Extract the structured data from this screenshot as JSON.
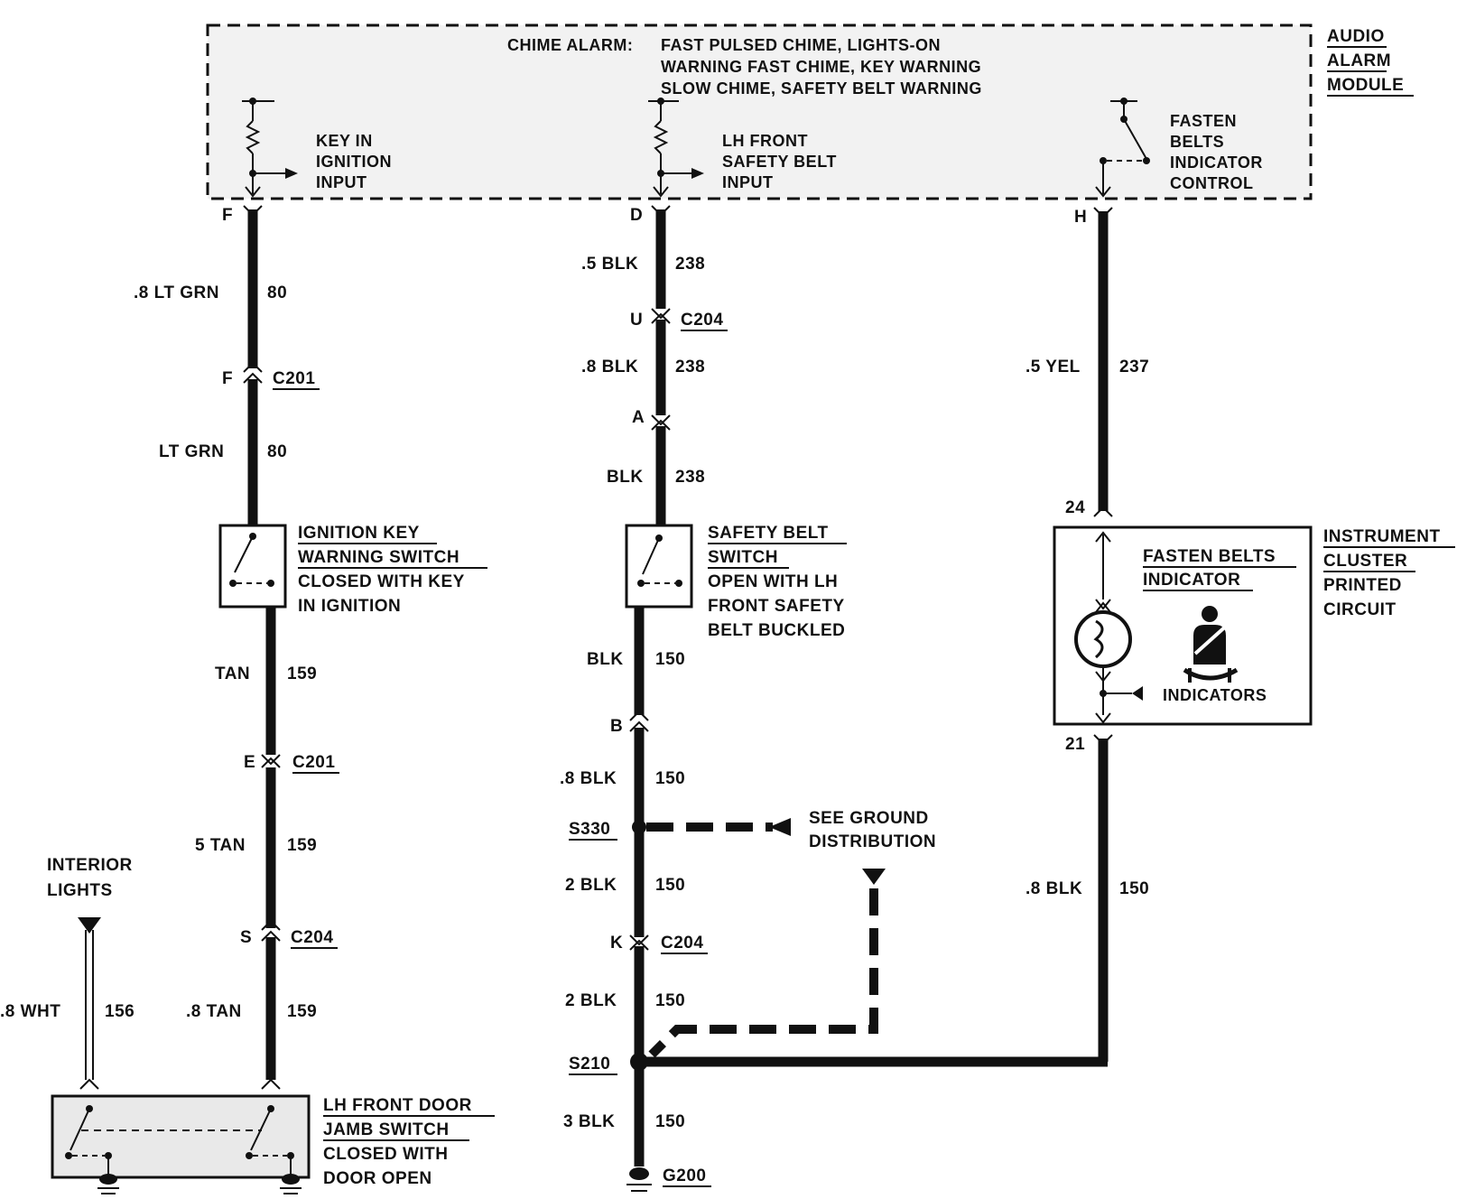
{
  "module": {
    "title_lines": [
      "AUDIO",
      "ALARM",
      "MODULE"
    ],
    "chime_label": "CHIME ALARM:",
    "chime_lines": [
      "FAST PULSED CHIME, LIGHTS-ON",
      "WARNING FAST CHIME, KEY WARNING",
      "SLOW CHIME, SAFETY BELT WARNING"
    ],
    "key_input": [
      "KEY IN",
      "IGNITION",
      "INPUT"
    ],
    "belt_input": [
      "LH FRONT",
      "SAFETY BELT",
      "INPUT"
    ],
    "fasten_control": [
      "FASTEN",
      "BELTS",
      "INDICATOR",
      "CONTROL"
    ],
    "pins": {
      "f": "F",
      "d": "D",
      "h": "H"
    }
  },
  "left_circuit": {
    "w1_gauge": ".8 LT GRN",
    "w1_num": "80",
    "c201_pin": "F",
    "c201": "C201",
    "w2_gauge": "LT GRN",
    "w2_num": "80",
    "switch_title": [
      "IGNITION KEY",
      "WARNING SWITCH"
    ],
    "switch_desc": [
      "CLOSED WITH KEY",
      "IN IGNITION"
    ],
    "w3_gauge": "TAN",
    "w3_num": "159",
    "c201b_pin": "E",
    "c201b": "C201",
    "w4_gauge": "5 TAN",
    "w4_num": "159",
    "c204_pin": "S",
    "c204": "C204",
    "w5_gauge": ".8 TAN",
    "w5_num": "159",
    "interior": [
      "INTERIOR",
      "LIGHTS"
    ],
    "wht_gauge": ".8 WHT",
    "wht_num": "156",
    "door_title": [
      "LH FRONT DOOR",
      "JAMB SWITCH"
    ],
    "door_desc": [
      "CLOSED WITH",
      "DOOR OPEN"
    ]
  },
  "middle_circuit": {
    "w1_gauge": ".5 BLK",
    "w1_num": "238",
    "c204_pin": "U",
    "c204": "C204",
    "w2_gauge": ".8 BLK",
    "w2_num": "238",
    "pin_a": "A",
    "w3_gauge": "BLK",
    "w3_num": "238",
    "switch_title": [
      "SAFETY BELT",
      "SWITCH"
    ],
    "switch_desc": [
      "OPEN WITH LH",
      "FRONT SAFETY",
      "BELT BUCKLED"
    ],
    "w4_gauge": "BLK",
    "w4_num": "150",
    "pin_b": "B",
    "w5_gauge": ".8 BLK",
    "w5_num": "150",
    "s330": "S330",
    "ground_ref": [
      "SEE GROUND",
      "DISTRIBUTION"
    ],
    "w6_gauge": "2 BLK",
    "w6_num": "150",
    "c204b_pin": "K",
    "c204b": "C204",
    "w7_gauge": "2 BLK",
    "w7_num": "150",
    "s210": "S210",
    "w8_gauge": "3 BLK",
    "w8_num": "150",
    "g200": "G200"
  },
  "right_circuit": {
    "w1_gauge": ".5 YEL",
    "w1_num": "237",
    "pin_24": "24",
    "indicator_title": [
      "FASTEN BELTS",
      "INDICATOR"
    ],
    "indicators": "INDICATORS",
    "cluster": [
      "INSTRUMENT",
      "CLUSTER",
      "PRINTED",
      "CIRCUIT"
    ],
    "pin_21": "21",
    "w2_gauge": ".8 BLK",
    "w2_num": "150"
  }
}
